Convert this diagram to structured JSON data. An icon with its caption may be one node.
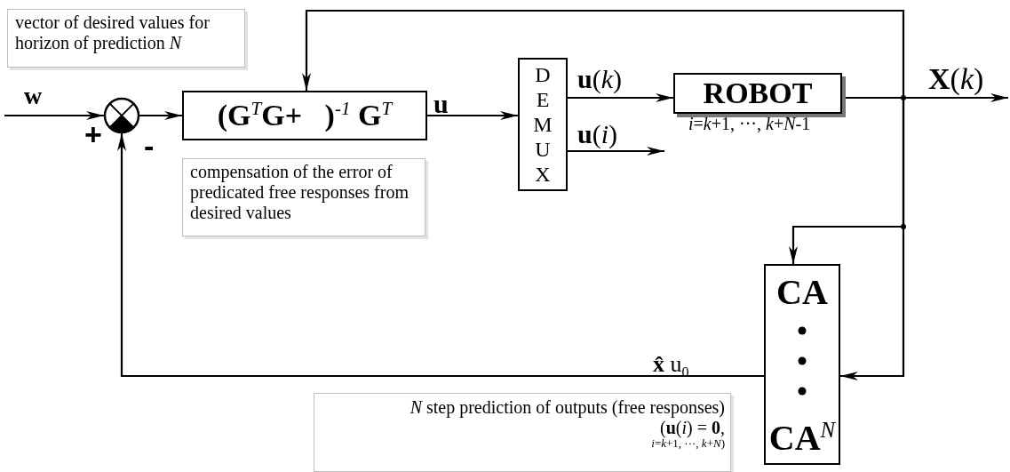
{
  "diagram": {
    "nodes": [
      {
        "text": [
          "vector of desired values for horizon of prediction *N*"
        ]
      },
      {
        "text": [],
        "shape": "circle"
      },
      {
        "text": [
          "(G$^{T}$G+   )$^{-1}$ G$^{T}$"
        ]
      },
      {
        "text": [
          "DEMUX"
        ]
      },
      {
        "text": [
          "ROBOT"
        ]
      },
      {
        "text": [
          "compensation of the error of predicated free responses from desired values"
        ]
      },
      {
        "text": [
          "CA",
          "CA$^{N}$"
        ]
      },
      {
        "text": [
          "*N* step prediction of outputs (free responses)",
          "(**u**(*i*) =  **0**,",
          "*i*=*k*+1, ···, *k*+*N*)"
        ]
      }
    ],
    "edges": [
      {
        "from": null,
        "to": 1,
        "arrow": "to",
        "label": "w"
      },
      {
        "from": 1,
        "to": 2,
        "arrow": "to"
      },
      {
        "from": 2,
        "to": 3,
        "arrow": "to",
        "label": "u"
      },
      {
        "from": 3,
        "to": 4,
        "arrow": "to",
        "label": "**u**(*k*)"
      },
      {
        "from": 3,
        "to": null,
        "arrow": "to",
        "label": "**u**(*i*)"
      },
      {
        "from": 4,
        "to": null,
        "arrow": "to",
        "label": "**X**(*k*)"
      },
      {
        "from": 4,
        "to": 2,
        "arrow": "to"
      },
      {
        "from": 4,
        "to": 6,
        "arrow": "to"
      },
      {
        "from": 4,
        "to": 6,
        "arrow": "to"
      },
      {
        "from": 6,
        "to": 1,
        "arrow": "to",
        "label": "**x̂** u$_{0}$"
      }
    ],
    "labels": [
      "+",
      "-",
      "*i*=*k*+1, ···, *k*+*N*-1"
    ]
  }
}
